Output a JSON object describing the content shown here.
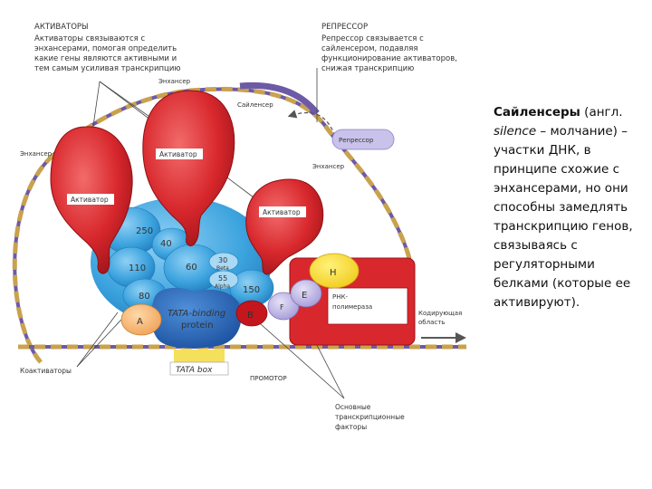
{
  "diagram": {
    "activators_block": {
      "title": "АКТИВАТОРЫ",
      "lines": [
        "Активаторы связываются с",
        "энхансерами, помогая определить",
        "какие гены являются активными и",
        "тем самым усиливая транскрипцию"
      ]
    },
    "repressor_block": {
      "title": "РЕПРЕССОР",
      "lines": [
        "Репрессор связывается с",
        "сайленсером, подавляя",
        "функционирование активаторов,",
        "снижая транскрипцию"
      ]
    },
    "labels": {
      "enhancer_top": "Энхансер",
      "silencer": "Сайленсер",
      "repressor": "Репрессор",
      "enhancer_left": "Энхансер",
      "enhancer_right": "Энхансер",
      "activator_center": "Активатор",
      "activator_left": "Активатор",
      "activator_right": "Активатор",
      "coactivators": "Коактиваторы",
      "tata_box": "TATA box",
      "promoter": "ПРОМОТОР",
      "coding_region_1": "Кодирующая",
      "coding_region_2": "область",
      "rna_polymerase_1": "РНК-",
      "rna_polymerase_2": "полимераза",
      "basic_factors_1": "Основные",
      "basic_factors_2": "транскрипционные",
      "basic_factors_3": "факторы"
    },
    "numbers": {
      "n250": "250",
      "n40": "40",
      "n110": "110",
      "n60": "60",
      "n30": "30",
      "beta": "Beta",
      "n55": "55",
      "alpha": "Alpha",
      "n150": "150",
      "n80": "80"
    },
    "factors": {
      "a": "A",
      "b": "B",
      "e": "E",
      "f": "F",
      "h": "H",
      "tbp_line1": "TATA-binding",
      "tbp_line2": "protein"
    }
  },
  "sidebar": {
    "term": "Сайленсеры",
    "text_1": " (англ. ",
    "italic_word": "silence",
    "text_2": " – молчание) – участки ДНК, в принципе схожие с энхансерами, но они способны замедлять транскрипцию генов, связываясь с регуляторными белками (которые ее активируют)."
  }
}
